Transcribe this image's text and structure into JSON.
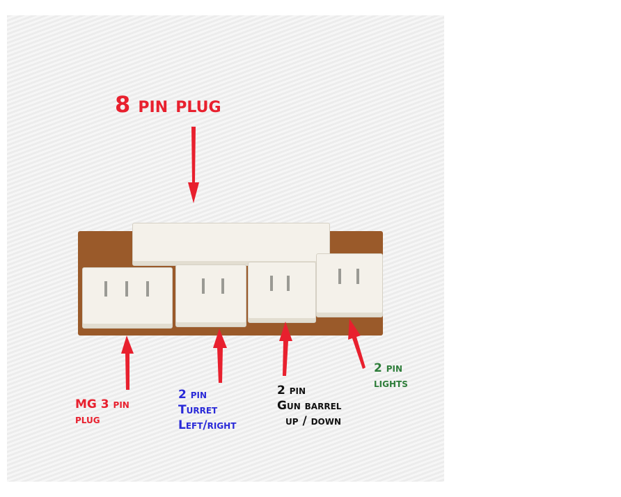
{
  "labels": {
    "eight_pin": "8 pin plug",
    "mg": [
      "MG 3 pin",
      "plug"
    ],
    "turret": [
      "2 pin",
      "Turret",
      "Left/right"
    ],
    "gun": [
      "2 pin",
      "Gun barrel",
      "up / down"
    ],
    "lights": [
      "2 pin",
      "lights"
    ]
  },
  "colors": {
    "red": "#e8202e",
    "blue": "#2a2ad8",
    "black": "#111111",
    "green": "#2e7d3a"
  }
}
